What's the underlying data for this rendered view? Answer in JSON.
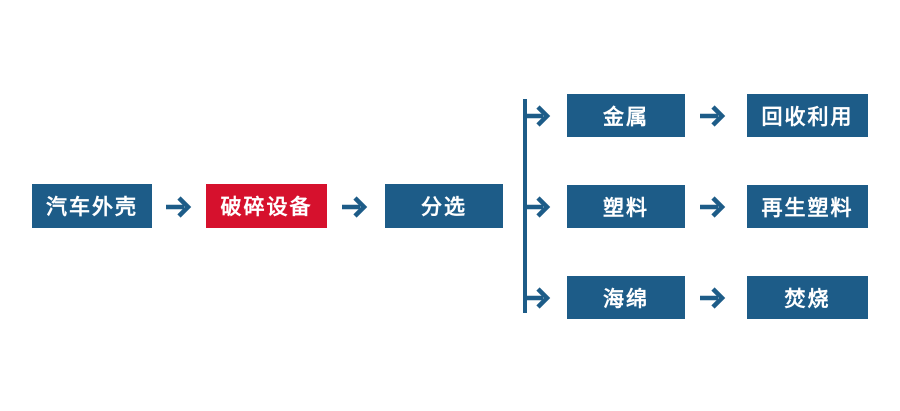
{
  "diagram": {
    "title": "car-shell-recycling-flowchart",
    "colors": {
      "background": "#ffffff",
      "node_blue": "#1d5c88",
      "node_red": "#d6112d",
      "arrow_blue": "#1d5c88",
      "label_text": "#ffffff"
    },
    "main_flow": [
      {
        "id": "car-shell",
        "label": "汽车外壳",
        "color": "blue"
      },
      {
        "id": "crushing-equipment",
        "label": "破碎设备",
        "color": "red"
      },
      {
        "id": "sorting",
        "label": "分选",
        "color": "blue"
      }
    ],
    "branches": [
      {
        "material": "金属",
        "outcome": "回收利用"
      },
      {
        "material": "塑料",
        "outcome": "再生塑料"
      },
      {
        "material": "海绵",
        "outcome": "焚烧"
      }
    ]
  }
}
